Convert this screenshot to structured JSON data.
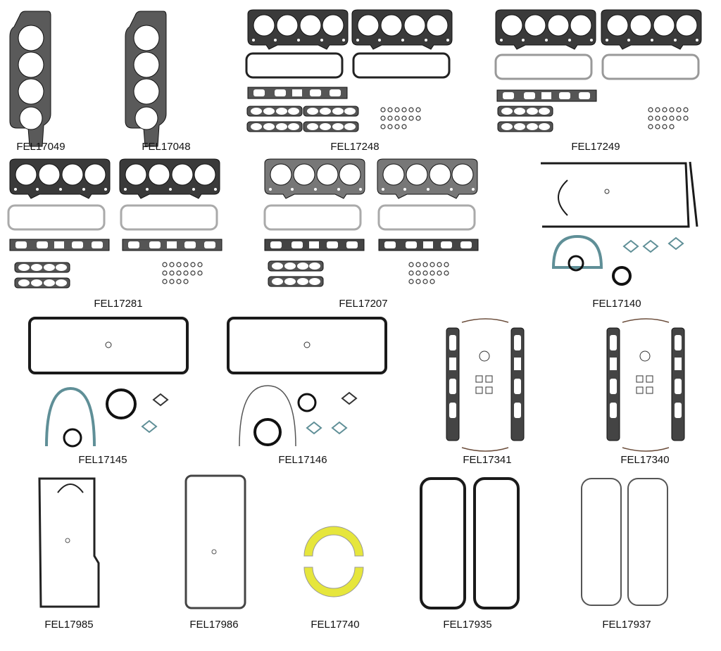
{
  "colors": {
    "gasket_dark": "#2a2a2a",
    "gasket_grey": "#7a7a7a",
    "gasket_light": "#b8b8b8",
    "gasket_blue": "#5f8f97",
    "seal_yellow": "#e6e63c"
  },
  "parts": [
    {
      "label": "FEL17049"
    },
    {
      "label": "FEL17048"
    },
    {
      "label": "FEL17248"
    },
    {
      "label": "FEL17249"
    },
    {
      "label": "FEL17281"
    },
    {
      "label": "FEL17207"
    },
    {
      "label": "FEL17140"
    },
    {
      "label": "FEL17145"
    },
    {
      "label": "FEL17146"
    },
    {
      "label": "FEL17341"
    },
    {
      "label": "FEL17340"
    },
    {
      "label": "FEL17985"
    },
    {
      "label": "FEL17986"
    },
    {
      "label": "FEL17740"
    },
    {
      "label": "FEL17935"
    },
    {
      "label": "FEL17937"
    }
  ]
}
